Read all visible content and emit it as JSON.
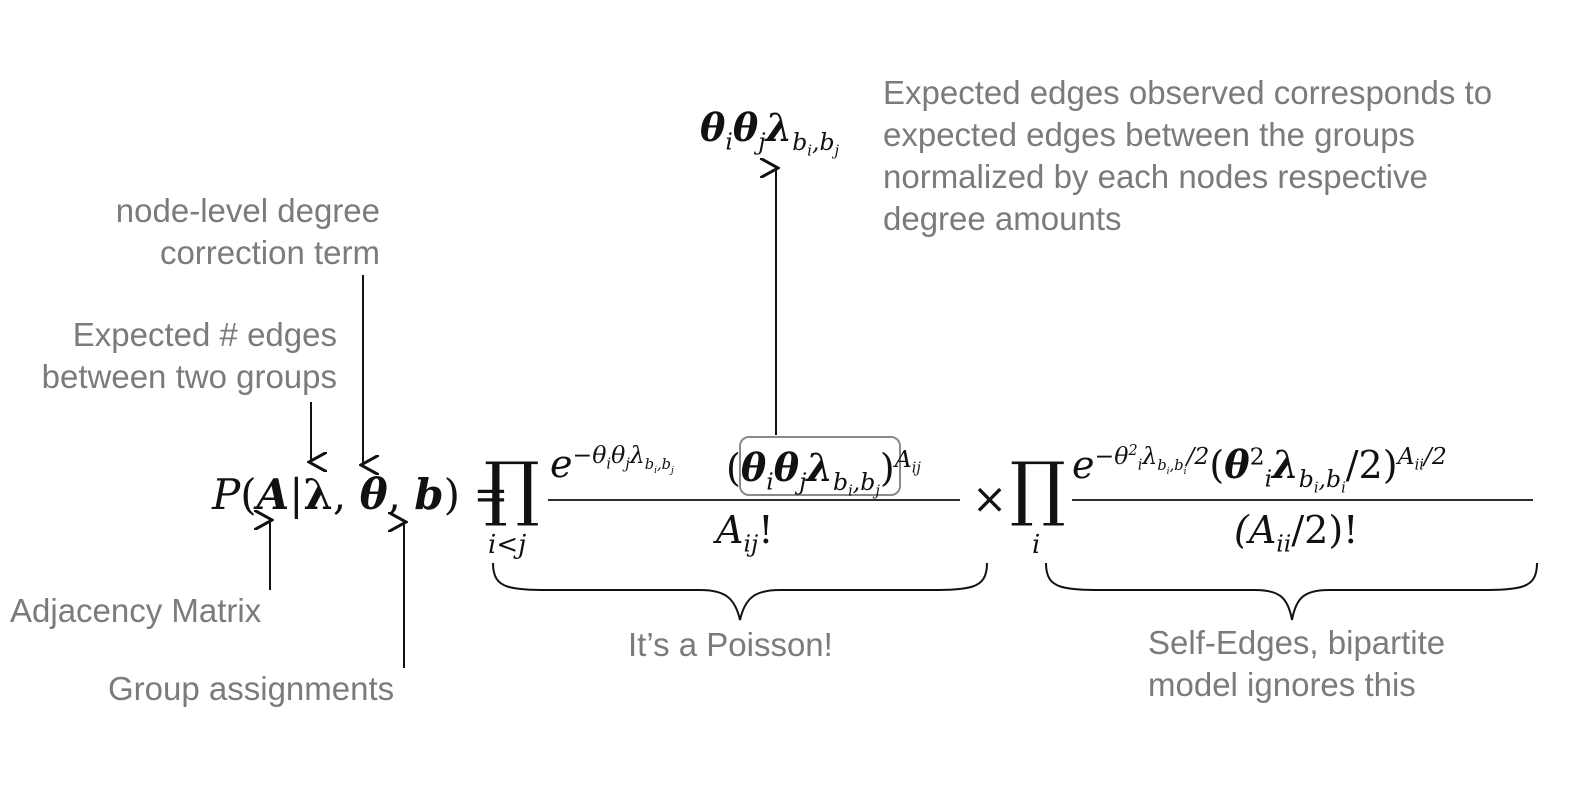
{
  "annotations": {
    "top_right": [
      "Expected edges observed corresponds to",
      "expected edges between the groups",
      "normalized by each nodes respective",
      "degree amounts"
    ],
    "degree_correction": [
      "node-level degree",
      "correction term"
    ],
    "expected_edges": [
      "Expected # edges",
      "between two groups"
    ],
    "adjacency": "Adjacency Matrix",
    "group_assignments": "Group assignments",
    "poisson": "It’s a Poisson!",
    "self_edges": [
      "Self-Edges, bipartite",
      "model ignores this"
    ]
  },
  "math": {
    "P": "P",
    "A": "A",
    "lambda": "λ",
    "theta": "θ",
    "b": "b",
    "i": "i",
    "j": "j",
    "prod": "∏",
    "times": "×",
    "e": "e",
    "lower_i_lt_j": "i<j",
    "lower_i": "i",
    "denom1": "A",
    "denom1_sub": "ij",
    "denom2": "(A",
    "denom2_sub": "ii",
    "denom2_tail": "/2)!",
    "bang": "!",
    "exp_ij": "A",
    "exp_ij_sub": "ij",
    "exp_ii": "A",
    "exp_ii_sub": "ii",
    "half": "/2",
    "sq": "2"
  }
}
